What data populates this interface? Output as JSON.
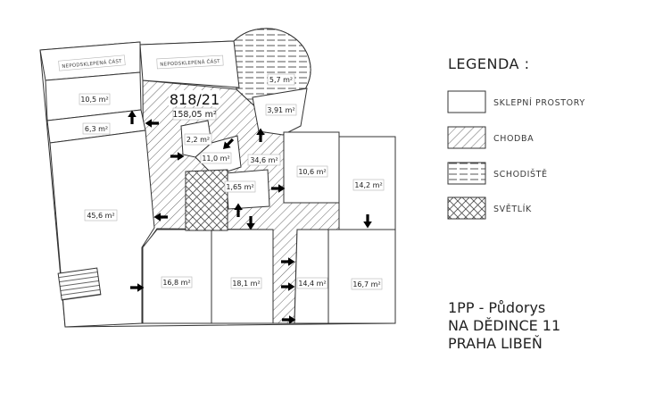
{
  "legend": {
    "title": "LEGENDA :",
    "items": [
      {
        "label": "SKLEPNÍ PROSTORY",
        "pattern": "plain",
        "swatch_icon": "white-rect"
      },
      {
        "label": "CHODBA",
        "pattern": "diagonal",
        "swatch_icon": "diagonal-hatch"
      },
      {
        "label": "SCHODIŠTĚ",
        "pattern": "hlines",
        "swatch_icon": "horizontal-lines"
      },
      {
        "label": "SVĚTLÍK",
        "pattern": "crosshatch",
        "swatch_icon": "crosshatch"
      }
    ]
  },
  "title_block": {
    "line1": "1PP - Půdorys",
    "line2": "NA DĚDINCE  11",
    "line3": "PRAHA  LIBEŇ"
  },
  "plan": {
    "parcel_number": "818/21",
    "parcel_area": "158,05 m²",
    "annotation": "NEPODSKLEPENÁ ČÁST",
    "annotation2": "NEPODSKLEPENÁ ČÁST",
    "rooms": {
      "r10_5": "10,5 m²",
      "r6_3": "6,3 m²",
      "r45_6": "45,6 m²",
      "r2_2": "2,2 m²",
      "r11_0": "11,0 m²",
      "r34_6": "34,6 m²",
      "r1_65": "1,65 m²",
      "r5_7": "5,7 m²",
      "r3_91": "3,91 m²",
      "r10_6": "10,6 m²",
      "r14_2": "14,2 m²",
      "r16_8": "16,8 m²",
      "r18_1": "18,1 m²",
      "r14_4": "14,4 m²",
      "r16_7": "16,7 m²"
    }
  },
  "colors": {
    "line": "#333333",
    "hatch": "#555555",
    "text": "#1a1a1a"
  }
}
